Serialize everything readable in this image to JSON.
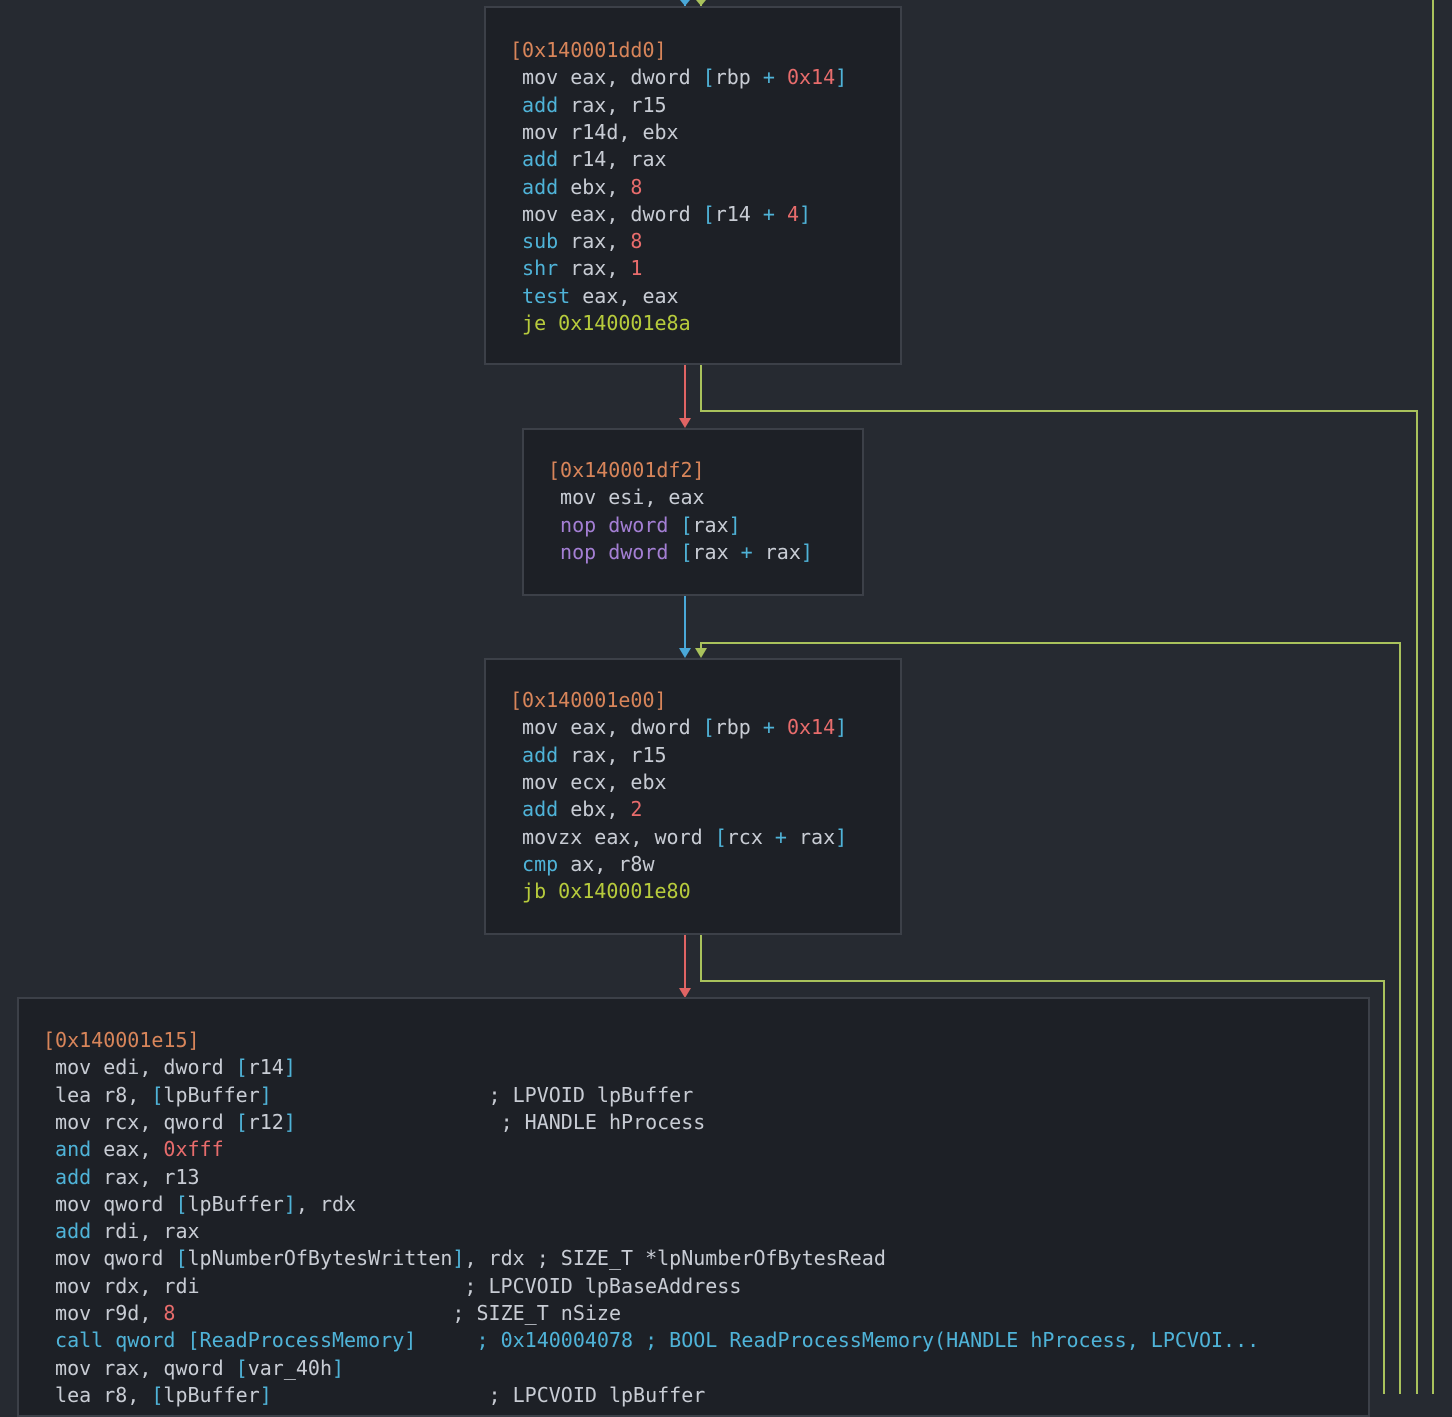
{
  "colors": {
    "background": "#262a31",
    "block_background": "#1d2026",
    "block_border": "#3c4048",
    "edge_false": "#e06464",
    "edge_true": "#a9c25c",
    "edge_uncond": "#4aa8d8"
  },
  "blocks": [
    {
      "id": "block-140001dd0",
      "lines": [
        [
          [
            "addr",
            "[0x140001dd0]"
          ]
        ],
        [
          [
            "plain",
            " mov eax, dword "
          ],
          [
            "op",
            "["
          ],
          [
            "plain",
            "rbp "
          ],
          [
            "op",
            "+"
          ],
          [
            "num",
            " 0x14"
          ],
          [
            "op",
            "]"
          ]
        ],
        [
          [
            "ar",
            " add"
          ],
          [
            "plain",
            " rax, r15"
          ]
        ],
        [
          [
            "plain",
            " mov r14d, ebx"
          ]
        ],
        [
          [
            "ar",
            " add"
          ],
          [
            "plain",
            " r14, rax"
          ]
        ],
        [
          [
            "ar",
            " add"
          ],
          [
            "plain",
            " ebx, "
          ],
          [
            "num",
            "8"
          ]
        ],
        [
          [
            "plain",
            " mov eax, dword "
          ],
          [
            "op",
            "["
          ],
          [
            "plain",
            "r14 "
          ],
          [
            "op",
            "+"
          ],
          [
            "num",
            " 4"
          ],
          [
            "op",
            "]"
          ]
        ],
        [
          [
            "ar",
            " sub"
          ],
          [
            "plain",
            " rax, "
          ],
          [
            "num",
            "8"
          ]
        ],
        [
          [
            "ar",
            " shr"
          ],
          [
            "plain",
            " rax, "
          ],
          [
            "num",
            "1"
          ]
        ],
        [
          [
            "ar",
            " test"
          ],
          [
            "plain",
            " eax, eax"
          ]
        ],
        [
          [
            "jmp",
            " je 0x140001e8a"
          ]
        ]
      ]
    },
    {
      "id": "block-140001df2",
      "lines": [
        [
          [
            "addr",
            "[0x140001df2]"
          ]
        ],
        [
          [
            "plain",
            " mov esi, eax"
          ]
        ],
        [
          [
            "nop",
            " nop dword "
          ],
          [
            "op",
            "["
          ],
          [
            "plain",
            "rax"
          ],
          [
            "op",
            "]"
          ]
        ],
        [
          [
            "nop",
            " nop dword "
          ],
          [
            "op",
            "["
          ],
          [
            "plain",
            "rax "
          ],
          [
            "op",
            "+"
          ],
          [
            "plain",
            " rax"
          ],
          [
            "op",
            "]"
          ]
        ]
      ]
    },
    {
      "id": "block-140001e00",
      "lines": [
        [
          [
            "addr",
            "[0x140001e00]"
          ]
        ],
        [
          [
            "plain",
            " mov eax, dword "
          ],
          [
            "op",
            "["
          ],
          [
            "plain",
            "rbp "
          ],
          [
            "op",
            "+"
          ],
          [
            "num",
            " 0x14"
          ],
          [
            "op",
            "]"
          ]
        ],
        [
          [
            "ar",
            " add"
          ],
          [
            "plain",
            " rax, r15"
          ]
        ],
        [
          [
            "plain",
            " mov ecx, ebx"
          ]
        ],
        [
          [
            "ar",
            " add"
          ],
          [
            "plain",
            " ebx, "
          ],
          [
            "num",
            "2"
          ]
        ],
        [
          [
            "plain",
            " movzx eax, word "
          ],
          [
            "op",
            "["
          ],
          [
            "plain",
            "rcx "
          ],
          [
            "op",
            "+"
          ],
          [
            "plain",
            " rax"
          ],
          [
            "op",
            "]"
          ]
        ],
        [
          [
            "ar",
            " cmp"
          ],
          [
            "plain",
            " ax, r8w"
          ]
        ],
        [
          [
            "jmp",
            " jb 0x140001e80"
          ]
        ]
      ]
    },
    {
      "id": "block-140001e15",
      "lines": [
        [
          [
            "addr",
            "[0x140001e15]"
          ]
        ],
        [
          [
            "plain",
            " mov edi, dword "
          ],
          [
            "op",
            "["
          ],
          [
            "plain",
            "r14"
          ],
          [
            "op",
            "]"
          ]
        ],
        [
          [
            "plain",
            " lea r8, "
          ],
          [
            "op",
            "["
          ],
          [
            "plain",
            "lpBuffer"
          ],
          [
            "op",
            "]"
          ],
          [
            "plain",
            "                  ; LPVOID lpBuffer"
          ]
        ],
        [
          [
            "plain",
            " mov rcx, qword "
          ],
          [
            "op",
            "["
          ],
          [
            "plain",
            "r12"
          ],
          [
            "op",
            "]"
          ],
          [
            "plain",
            "                 ; HANDLE hProcess"
          ]
        ],
        [
          [
            "ar",
            " and"
          ],
          [
            "plain",
            " eax, "
          ],
          [
            "num",
            "0xfff"
          ]
        ],
        [
          [
            "ar",
            " add"
          ],
          [
            "plain",
            " rax, r13"
          ]
        ],
        [
          [
            "plain",
            " mov qword "
          ],
          [
            "op",
            "["
          ],
          [
            "plain",
            "lpBuffer"
          ],
          [
            "op",
            "]"
          ],
          [
            "plain",
            ", rdx"
          ]
        ],
        [
          [
            "ar",
            " add"
          ],
          [
            "plain",
            " rdi, rax"
          ]
        ],
        [
          [
            "plain",
            " mov qword "
          ],
          [
            "op",
            "["
          ],
          [
            "plain",
            "lpNumberOfBytesWritten"
          ],
          [
            "op",
            "]"
          ],
          [
            "plain",
            ", rdx ; SIZE_T *lpNumberOfBytesRead"
          ]
        ],
        [
          [
            "plain",
            " mov rdx, rdi                      ; LPCVOID lpBaseAddress"
          ]
        ],
        [
          [
            "plain",
            " mov r9d, "
          ],
          [
            "num",
            "8"
          ],
          [
            "plain",
            "                       ; SIZE_T nSize"
          ]
        ],
        [
          [
            "ar",
            " call qword "
          ],
          [
            "op",
            "["
          ],
          [
            "ar",
            "ReadProcessMemory"
          ],
          [
            "op",
            "]"
          ],
          [
            "ar",
            "     ; 0x140004078 ; BOOL ReadProcessMemory(HANDLE hProcess, LPCVOI..."
          ]
        ],
        [
          [
            "plain",
            " mov rax, qword "
          ],
          [
            "op",
            "["
          ],
          [
            "plain",
            "var_40h"
          ],
          [
            "op",
            "]"
          ]
        ],
        [
          [
            "plain",
            " lea r8, "
          ],
          [
            "op",
            "["
          ],
          [
            "plain",
            "lpBuffer"
          ],
          [
            "op",
            "]"
          ],
          [
            "plain",
            "                  ; LPCVOID lpBuffer"
          ]
        ]
      ]
    }
  ]
}
